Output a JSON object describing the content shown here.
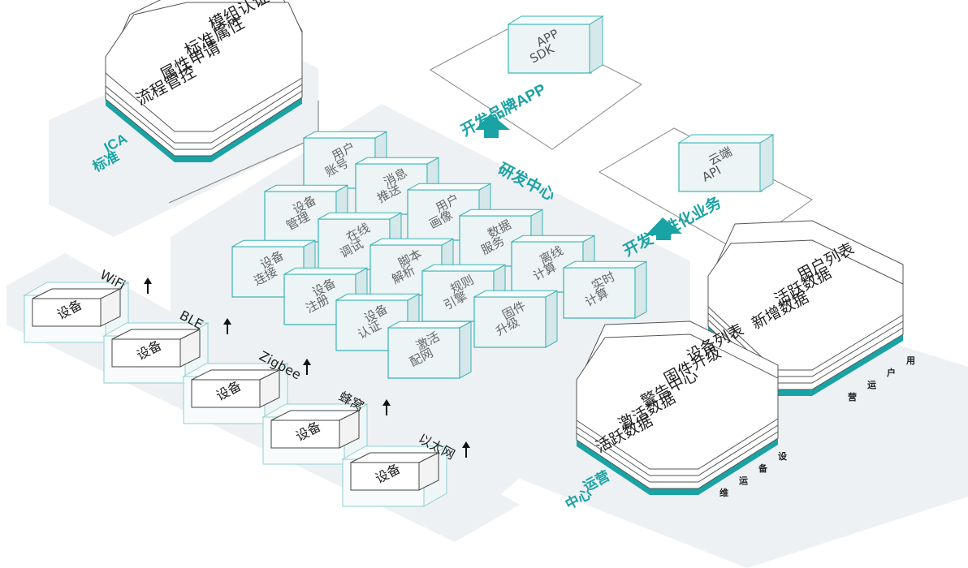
{
  "ica": {
    "items": [
      "模组认证",
      "标准属性",
      "属性申请",
      "流程管控"
    ],
    "title_line1": "ICA",
    "title_line2": "标准"
  },
  "app_panel": {
    "title": "开发品牌APP",
    "box_line1": "APP",
    "box_line2": "SDK"
  },
  "cloud_panel": {
    "title": "开发个性化业务",
    "box_line1": "云端",
    "box_line2": "API"
  },
  "rnd": {
    "title": "研发中心",
    "modules": [
      [
        "用户",
        "账号"
      ],
      [
        "消息",
        "推送"
      ],
      [
        "用户",
        "画像"
      ],
      [
        "数据",
        "服务"
      ],
      [
        "离线",
        "计算"
      ],
      [
        "实时",
        "计算"
      ],
      [
        "设备",
        "管理"
      ],
      [
        "在线",
        "调试"
      ],
      [
        "脚本",
        "解析"
      ],
      [
        "规则",
        "引擎"
      ],
      [
        "固件",
        "升级"
      ],
      [
        "设备",
        "连接"
      ],
      [
        "设备",
        "注册"
      ],
      [
        "设备",
        "认证"
      ],
      [
        "激活",
        "配网"
      ]
    ]
  },
  "devices": {
    "device_label": "设备",
    "protocols": [
      "WiFi",
      "BLE",
      "Zigbee",
      "蜂窝",
      "以太网"
    ]
  },
  "user_ops": {
    "items": [
      "用户列表",
      "活跃数据",
      "新增数据"
    ],
    "side_label": [
      "用",
      "户",
      "运",
      "营"
    ]
  },
  "device_ops": {
    "items": [
      "设备列表",
      "固件升级",
      "警告中心",
      "激活数据",
      "活跃数据"
    ],
    "side_label": [
      "设",
      "备",
      "运",
      "维"
    ]
  },
  "ops_center": {
    "title_line1": "运营",
    "title_line2": "中心"
  },
  "colors": {
    "teal": "#1aa3a5",
    "box_fill": "#ecf4f5",
    "box_edge": "#3bb3b5",
    "platform": "#eef1f4"
  }
}
